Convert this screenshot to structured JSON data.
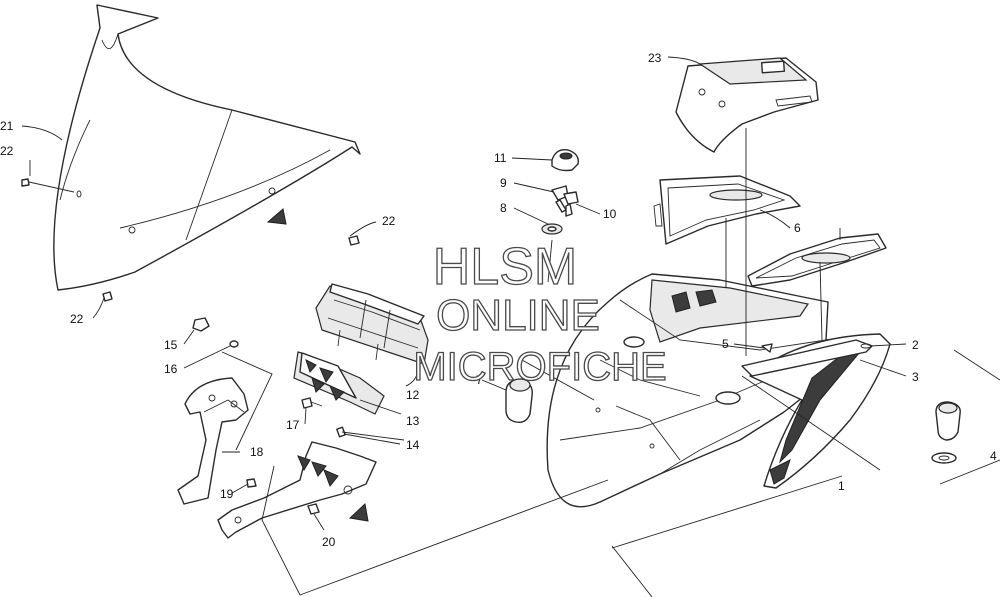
{
  "watermark": {
    "line1": "HLSM",
    "line2": "ONLINE",
    "line3": "MICROFICHE"
  },
  "callouts": [
    "1",
    "2",
    "3",
    "4",
    "5",
    "6",
    "7",
    "8",
    "9",
    "10",
    "11",
    "12",
    "13",
    "14",
    "15",
    "16",
    "17",
    "18",
    "19",
    "20",
    "21",
    "22",
    "22",
    "22",
    "23"
  ],
  "colors": {
    "line": "#2a2a2a",
    "fill": "#ffffff",
    "shade": "#e9e9e9",
    "watermark_stroke": "#4a4a4a"
  },
  "icons": [
    "front-direction-arrow-icon"
  ]
}
